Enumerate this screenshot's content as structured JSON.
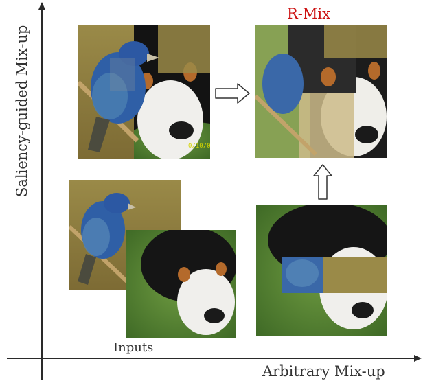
{
  "axes": {
    "y_label": "Saliency-guided Mix-up",
    "x_label": "Arbitrary Mix-up"
  },
  "labels": {
    "result": "R-Mix",
    "inputs": "Inputs",
    "timestamp_watermark": "0/10/0"
  },
  "colors": {
    "result_label": "#cc1111",
    "axis": "#2a2a2a",
    "bird_blue": "#2f5fa6",
    "grass": "#5f8f3a",
    "bg_olive": "#8f7f3e"
  },
  "panels": [
    {
      "name": "saliency-mix-panel",
      "content": "bird and dog saliency-guided mix"
    },
    {
      "name": "rmix-result-panel",
      "content": "R-Mix combined output"
    },
    {
      "name": "bird-input-panel",
      "content": "bird input image"
    },
    {
      "name": "dog-input-panel",
      "content": "dog input image"
    },
    {
      "name": "arbitrary-mix-panel",
      "content": "dog with arbitrary pasted patch"
    }
  ],
  "arrows": [
    {
      "name": "right-arrow-icon",
      "direction": "right"
    },
    {
      "name": "up-arrow-icon",
      "direction": "up"
    }
  ]
}
